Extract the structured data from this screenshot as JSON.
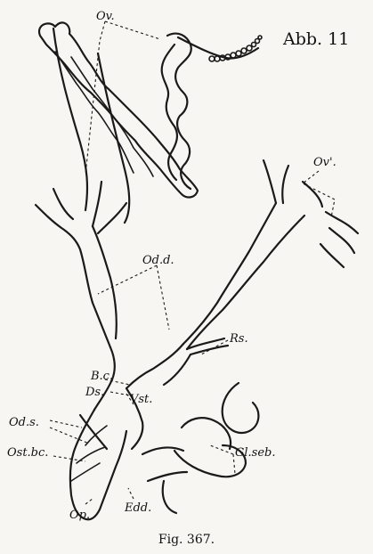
{
  "figure_tag": "Abb. 11",
  "caption": "Fig. 367.",
  "labels": {
    "ov": "Ov.",
    "ov_prime": "Ov'.",
    "od_d": "Od.d.",
    "rs": "Rs.",
    "bc": "B.c.",
    "ds": "Ds.",
    "vst": "Vst.",
    "od_s": "Od.s.",
    "ost_bc": "Ost.bc.",
    "gl_seb": "Gl.seb.",
    "op": "Op.",
    "edd": "Edd."
  }
}
